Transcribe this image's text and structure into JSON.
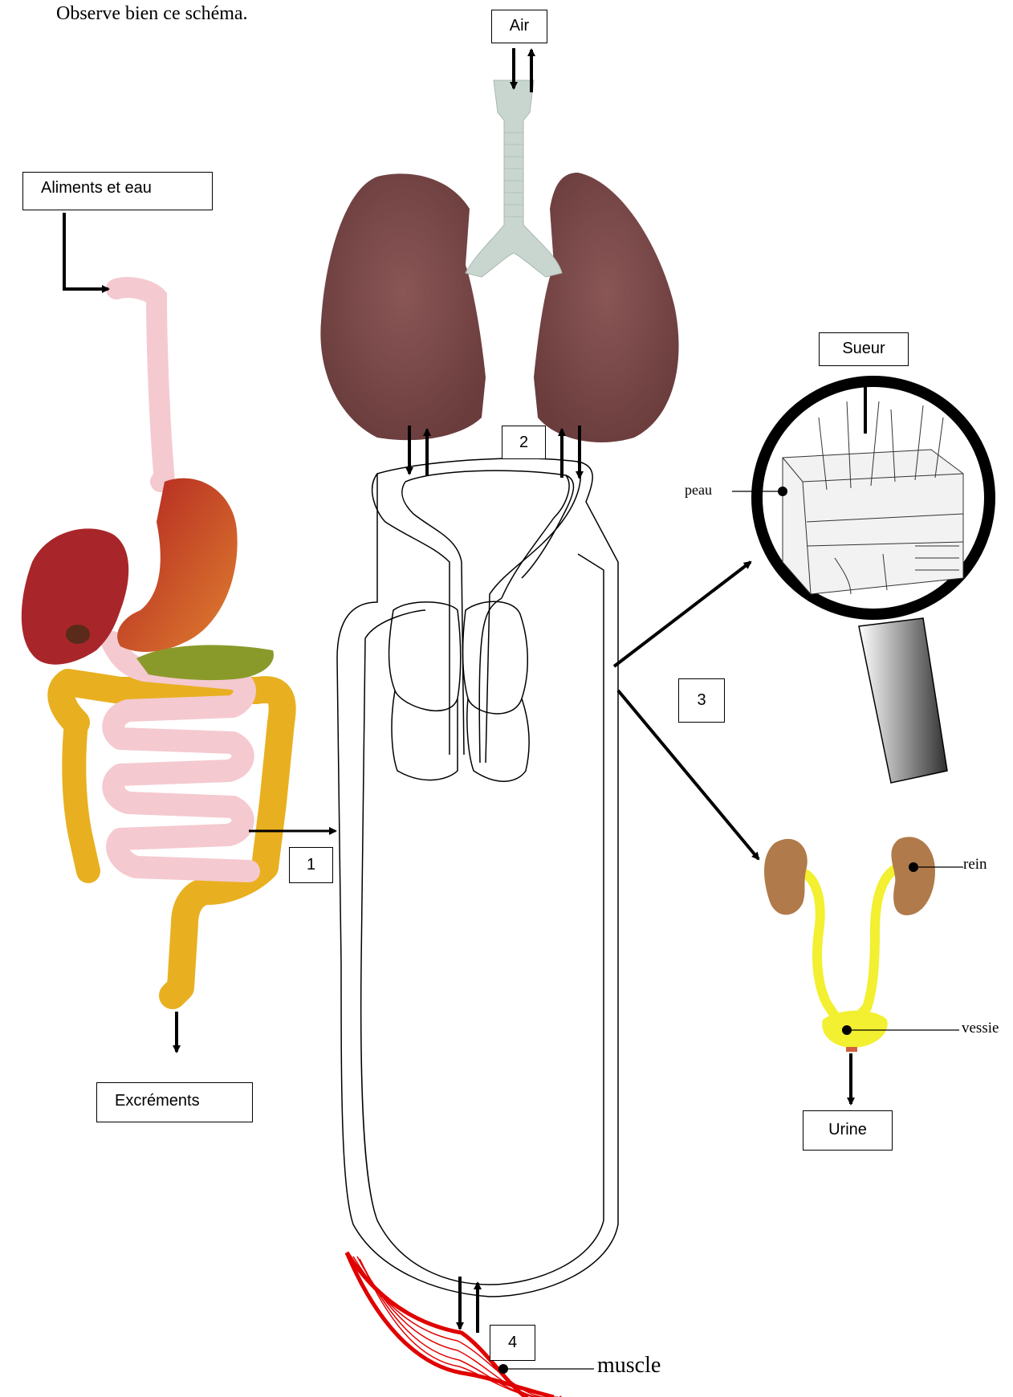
{
  "instruction": "Observe bien ce schéma.",
  "boxes": {
    "air": "Air",
    "food": "Aliments et eau",
    "sweat": "Sueur",
    "excrement": "Excréments",
    "urine": "Urine",
    "n1": "1",
    "n2": "2",
    "n3": "3",
    "n4": "4"
  },
  "labels": {
    "skin": "peau",
    "kidney": "rein",
    "bladder": "vessie",
    "muscle": "muscle"
  },
  "colors": {
    "lung": "#7a4848",
    "trachea": "#c9d6cf",
    "liver": "#a8262a",
    "stomach": "#c0391f",
    "pancreas": "#8a9a2a",
    "intestine": "#f5c9d0",
    "colon": "#e8b020",
    "kidney": "#b07a4a",
    "urinary": "#f2f030",
    "muscle": "#e00000"
  }
}
